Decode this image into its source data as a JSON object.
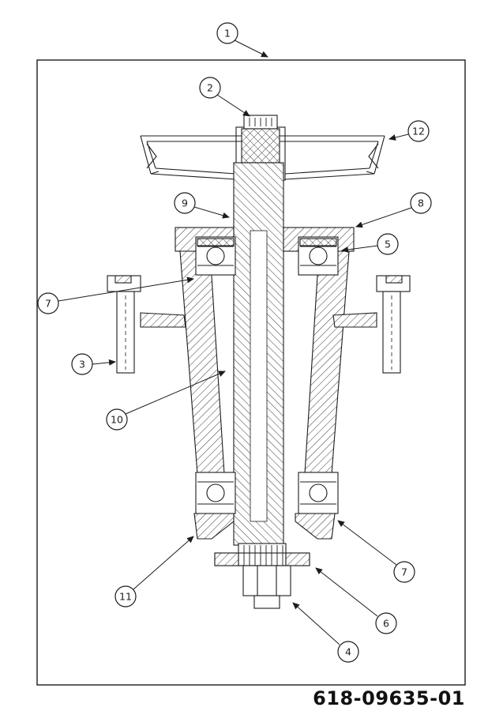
{
  "drawing": {
    "part_number": "618-09635-01",
    "colors": {
      "line": "#1c1c1c",
      "background": "#ffffff"
    },
    "callouts": [
      {
        "label": "1"
      },
      {
        "label": "2"
      },
      {
        "label": "12"
      },
      {
        "label": "9"
      },
      {
        "label": "8"
      },
      {
        "label": "5"
      },
      {
        "label": "7"
      },
      {
        "label": "3"
      },
      {
        "label": "10"
      },
      {
        "label": "11"
      },
      {
        "label": "7"
      },
      {
        "label": "6"
      },
      {
        "label": "4"
      }
    ]
  }
}
